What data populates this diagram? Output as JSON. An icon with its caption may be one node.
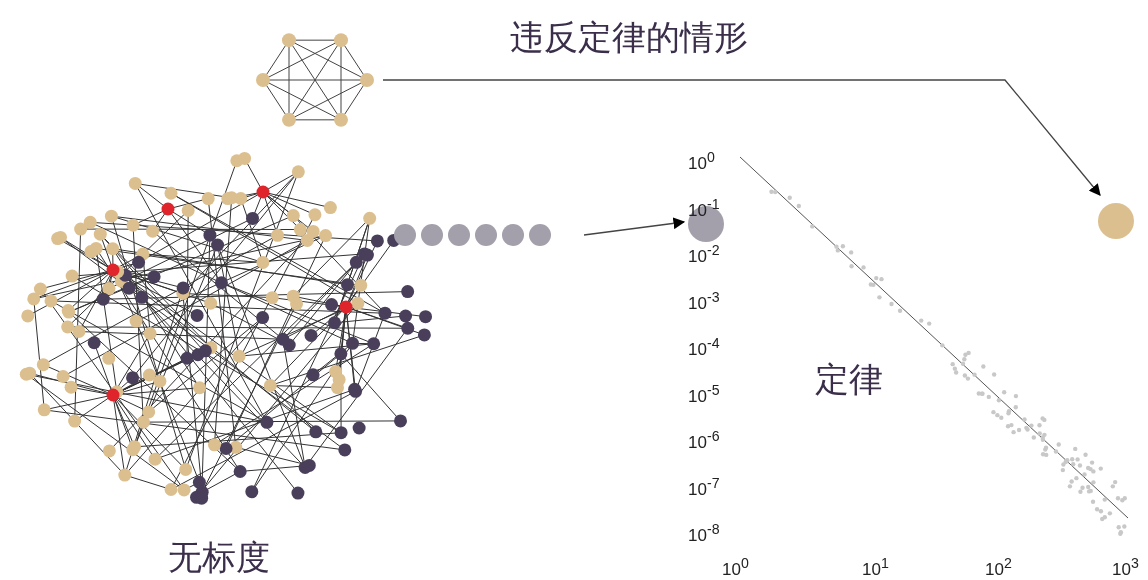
{
  "diagram": {
    "nodes": [
      {
        "text": [],
        "shape": "picture"
      },
      {
        "text": [],
        "shape": "picture"
      },
      {
        "text": [],
        "shape": "circle"
      },
      {
        "text": [],
        "shape": "circle"
      }
    ],
    "edges": [
      {
        "from": 0,
        "to": 3,
        "arrow": "to"
      },
      {
        "from": 1,
        "to": 2,
        "arrow": "to"
      }
    ],
    "labels": [
      "违反定律的情形",
      "10$^{0}$",
      "10$^{-1}$",
      "10$^{-2}$",
      "10$^{-3}$",
      "10$^{-4}$",
      "定律",
      "10$^{-5}$",
      "10$^{-6}$",
      "10$^{-7}$",
      "10$^{-8}$",
      "无标度",
      "10$^{0}$",
      "10$^{1}$",
      "10$^{2}$",
      "10$^{3}$"
    ]
  }
}
